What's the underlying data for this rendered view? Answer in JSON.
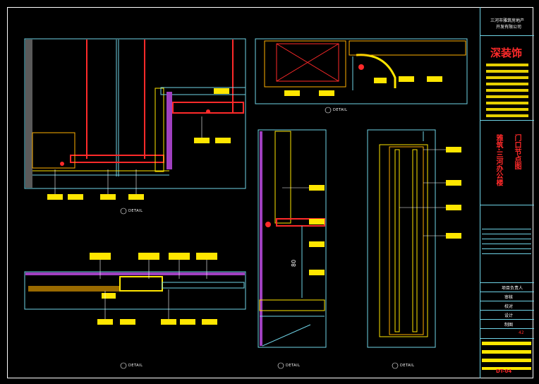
{
  "title_block": {
    "company_line1": "三河市雅筑房地产",
    "company_line2": "开发有限公司",
    "logo_text": "深装饰",
    "project_name": "雅筑·三河办公楼",
    "drawing_name": "门口节点图",
    "rows": {
      "project_leader": "项目负责人",
      "review": "审核",
      "check": "校对",
      "design": "设计",
      "draw": "制图"
    },
    "sheet_no": "DT-04",
    "sheet_total": "42"
  },
  "details": [
    {
      "label": "DETAIL"
    },
    {
      "label": "DETAIL"
    },
    {
      "label": "DETAIL"
    },
    {
      "label": "DETAIL"
    },
    {
      "label": "DETAIL"
    }
  ],
  "dimension_label": "80"
}
